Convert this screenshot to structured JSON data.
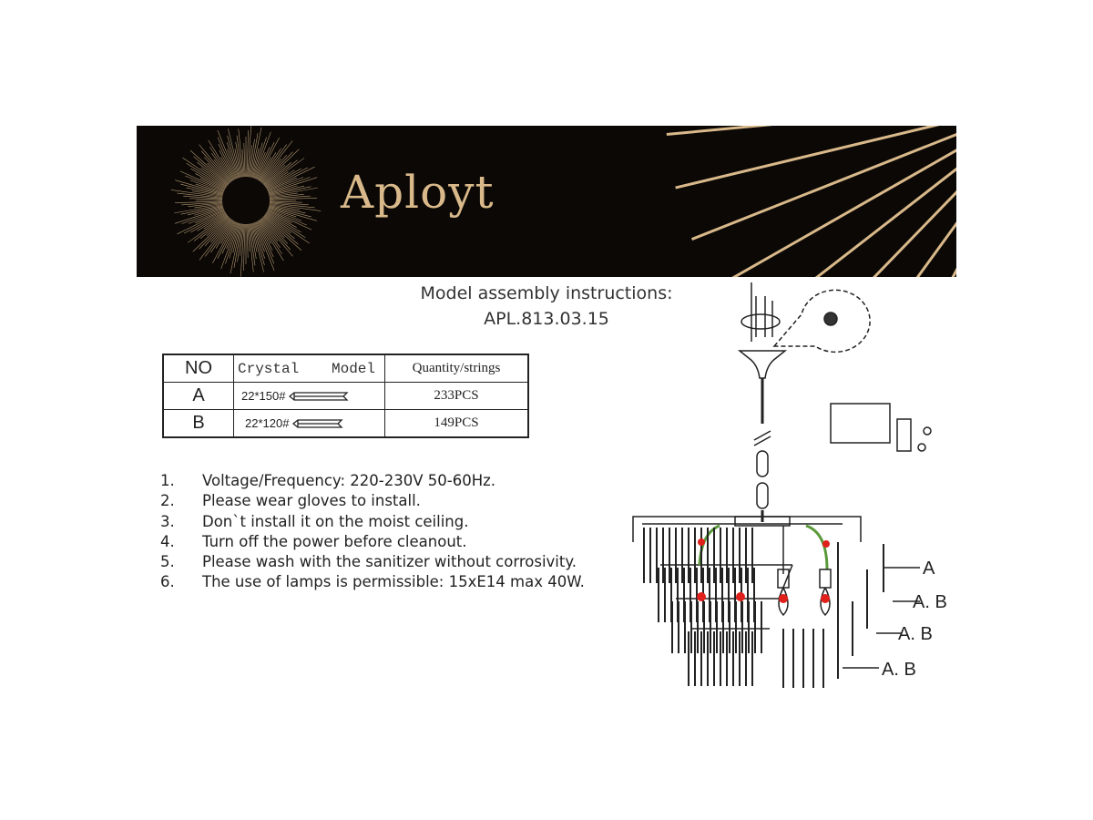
{
  "brand": {
    "name": "Aployt",
    "accent": "#d9b98a",
    "background": "#0b0806"
  },
  "title": {
    "line1": "Model assembly instructions:",
    "line2": "APL.813.03.15"
  },
  "table": {
    "headers": {
      "no": "NO",
      "crystal": "Crystal",
      "model": "Model",
      "quantity": "Quantity/strings"
    },
    "rows": [
      {
        "no": "A",
        "crystal": "22*150#",
        "quantity": "233PCS"
      },
      {
        "no": "B",
        "crystal": "22*120#",
        "quantity": "149PCS"
      }
    ]
  },
  "notes": [
    {
      "n": "1.",
      "text": "Voltage/Frequency: 220-230V 50-60Hz."
    },
    {
      "n": "2.",
      "text": "Please wear gloves to install."
    },
    {
      "n": "3.",
      "text": "Don`t install it on the moist ceiling."
    },
    {
      "n": "4.",
      "text": "Turn off the power before cleanout."
    },
    {
      "n": "5.",
      "text": "Please wash with the sanitizer without corrosivity."
    },
    {
      "n": "6.",
      "text": "The use of lamps is permissible: 15xE14 max 40W."
    }
  ],
  "diagram": {
    "labels": [
      "A",
      "A. B",
      "A. B",
      "A. B"
    ]
  }
}
